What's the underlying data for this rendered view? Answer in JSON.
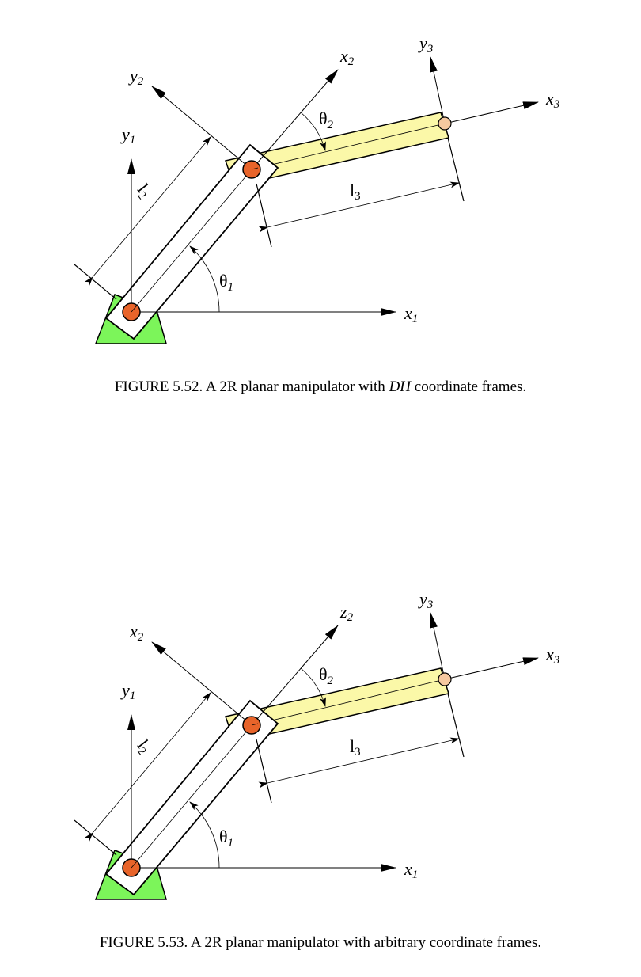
{
  "figures": [
    {
      "labels": {
        "x1": "x",
        "x1_sub": "1",
        "y1": "y",
        "y1_sub": "1",
        "x2": "x",
        "x2_sub": "2",
        "y2": "y",
        "y2_sub": "2",
        "x3": "x",
        "x3_sub": "3",
        "y3": "y",
        "y3_sub": "3",
        "theta1": "θ",
        "theta1_sub": "1",
        "theta2": "θ",
        "theta2_sub": "2",
        "l2": "l",
        "l2_sub": "2",
        "l3": "l",
        "l3_sub": "3"
      },
      "caption": {
        "prefix": "FIGURE 5.52. A 2R planar manipulator with ",
        "emph": "DH",
        "suffix": " coordinate frames."
      }
    },
    {
      "labels": {
        "x1": "x",
        "x1_sub": "1",
        "y1": "y",
        "y1_sub": "1",
        "x2": "z",
        "x2_sub": "2",
        "y2": "x",
        "y2_sub": "2",
        "x3": "x",
        "x3_sub": "3",
        "y3": "y",
        "y3_sub": "3",
        "theta1": "θ",
        "theta1_sub": "1",
        "theta2": "θ",
        "theta2_sub": "2",
        "l2": "l",
        "l2_sub": "2",
        "l3": "l",
        "l3_sub": "3"
      },
      "caption": {
        "prefix": "FIGURE 5.53. A 2R planar manipulator with arbitrary coordinate frames.",
        "emph": "",
        "suffix": ""
      }
    }
  ],
  "colors": {
    "base": "#7CF55A",
    "link3": "#FBF8A8",
    "joint": "#E8642A",
    "end_joint": "#F6C9A0",
    "line": "#000000"
  }
}
